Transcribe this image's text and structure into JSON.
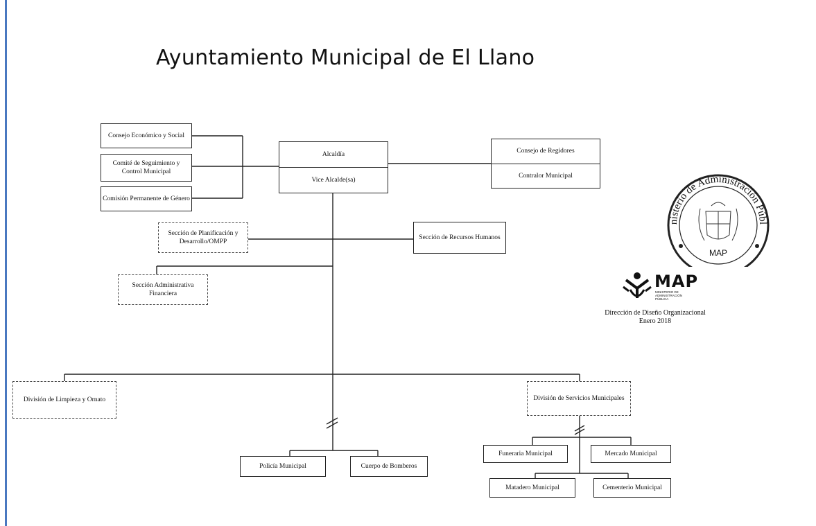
{
  "title": "Ayuntamiento Municipal de El Llano",
  "boxes": {
    "consejo_economico": "Consejo Económico y Social",
    "comite": "Comité de Seguimiento y Control Municipal",
    "comision": "Comisión Permanente de Género",
    "alcaldia": "Alcaldía",
    "vice_alcalde": "Vice Alcalde(sa)",
    "consejo_regidores": "Consejo de Regidores",
    "contralor": "Contralor Municipal",
    "planificacion": "Sección de Planificación y Desarrollo/OMPP",
    "rrhh": "Sección de Recursos Humanos",
    "administrativa": "Sección Administrativa Financiera",
    "limpieza": "División de Limpieza y Ornato",
    "servicios": "División de Servicios Municipales",
    "policia": "Policía Municipal",
    "bomberos": "Cuerpo de Bomberos",
    "funeraria": "Funeraria Municipal",
    "mercado": "Mercado Municipal",
    "matadero": "Matadero Municipal",
    "cementerio": "Cementerio Municipal"
  },
  "seal": {
    "ring_text": "Ministerio de Administración Pública",
    "abbr": "MAP"
  },
  "logo": {
    "name": "MAP",
    "subtitle": "MINISTERIO DE ADMINISTRACIÓN PÚBLICA"
  },
  "caption": {
    "line1": "Dirección de Diseño Organizacional",
    "line2": "Enero 2018"
  }
}
